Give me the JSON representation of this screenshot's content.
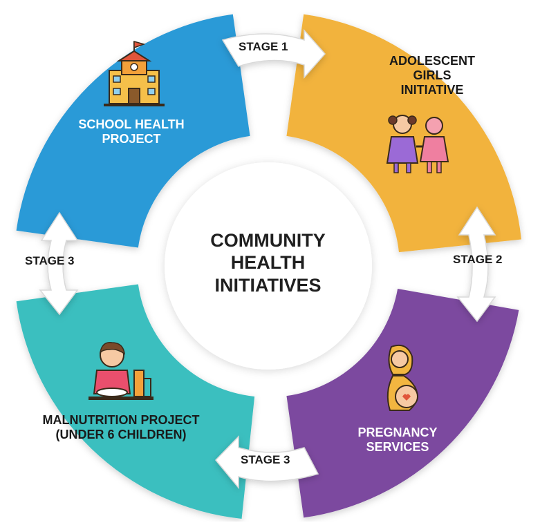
{
  "center": {
    "lines": [
      "COMMUNITY",
      "HEALTH",
      "INITIATIVES"
    ]
  },
  "segments": [
    {
      "id": "school",
      "label_lines": [
        "SCHOOL HEALTH",
        "PROJECT"
      ],
      "color": "#2c9ad7",
      "text_color": "#ffffff",
      "icon": "school-building-icon"
    },
    {
      "id": "adolescent",
      "label_lines": [
        "ADOLESCENT",
        "GIRLS",
        "INITIATIVE"
      ],
      "color": "#f2b33d",
      "text_color": "#1a1a1a",
      "icon": "two-girls-icon"
    },
    {
      "id": "pregnancy",
      "label_lines": [
        "PREGNANCY",
        "SERVICES"
      ],
      "color": "#7b4a9f",
      "text_color": "#ffffff",
      "icon": "pregnant-woman-icon"
    },
    {
      "id": "malnutrition",
      "label_lines": [
        "MALNUTRITION PROJECT",
        "(UNDER 6 CHILDREN)"
      ],
      "color": "#3bbfbf",
      "text_color": "#1a1a1a",
      "icon": "child-eating-icon"
    }
  ],
  "stages": [
    {
      "id": "top",
      "label": "STAGE 1"
    },
    {
      "id": "right",
      "label": "STAGE 2"
    },
    {
      "id": "bottom",
      "label": "STAGE 3"
    },
    {
      "id": "left",
      "label": "STAGE 3"
    }
  ]
}
